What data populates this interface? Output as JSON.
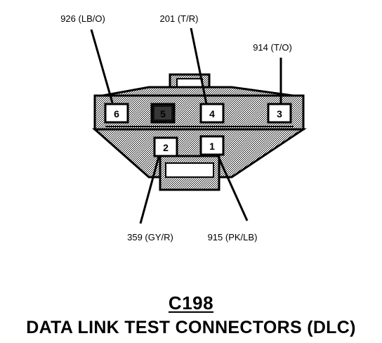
{
  "connector_id": "C198",
  "connector_description": "DATA LINK TEST CONNECTORS (DLC)",
  "pins": [
    {
      "pin": "6",
      "circuit": "926 (LB/O)"
    },
    {
      "pin": "5",
      "circuit": ""
    },
    {
      "pin": "4",
      "circuit": "201 (T/R)"
    },
    {
      "pin": "3",
      "circuit": "914 (T/O)"
    },
    {
      "pin": "2",
      "circuit": "359 (GY/R)"
    },
    {
      "pin": "1",
      "circuit": "915 (PK/LB)"
    }
  ]
}
